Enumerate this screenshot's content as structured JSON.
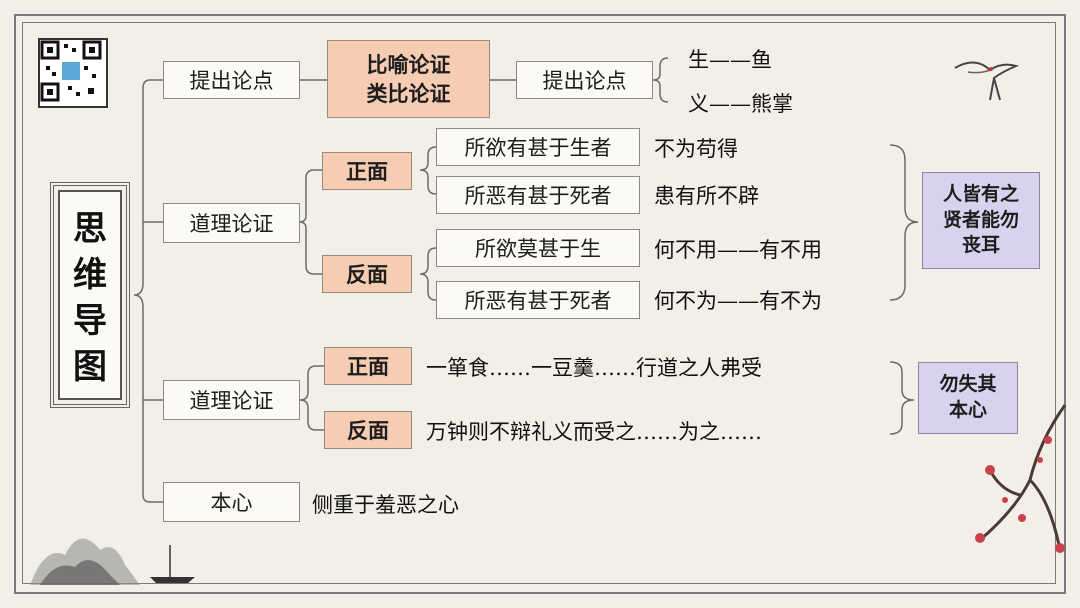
{
  "title": [
    "思",
    "维",
    "导",
    "图"
  ],
  "row1": {
    "left": "提出论点",
    "method": [
      "比喻论证",
      "类比论证"
    ],
    "mid": "提出论点",
    "pairs": [
      "生——鱼",
      "义——熊掌"
    ]
  },
  "row2": {
    "left": "道理论证",
    "pos_label": "正面",
    "neg_label": "反面",
    "items": [
      "所欲有甚于生者",
      "所恶有甚于死者",
      "所欲莫甚于生",
      "所恶有甚于死者"
    ],
    "results": [
      "不为苟得",
      "患有所不辟",
      "何不用——有不用",
      "何不为——有不为"
    ],
    "conclusion": [
      "人皆有之",
      "贤者能勿",
      "丧耳"
    ]
  },
  "row3": {
    "left": "道理论证",
    "pos_label": "正面",
    "neg_label": "反面",
    "pos_text": "一箪食……一豆羹……行道之人弗受",
    "neg_text": "万钟则不辩礼义而受之……为之……",
    "conclusion": [
      "勿失其",
      "本心"
    ]
  },
  "row4": {
    "left": "本心",
    "text": "侧重于羞恶之心"
  },
  "colors": {
    "background": "#f1efe8",
    "peach": "#f6cdb3",
    "purple": "#d9d2ee",
    "line": "#6a6a6a"
  }
}
